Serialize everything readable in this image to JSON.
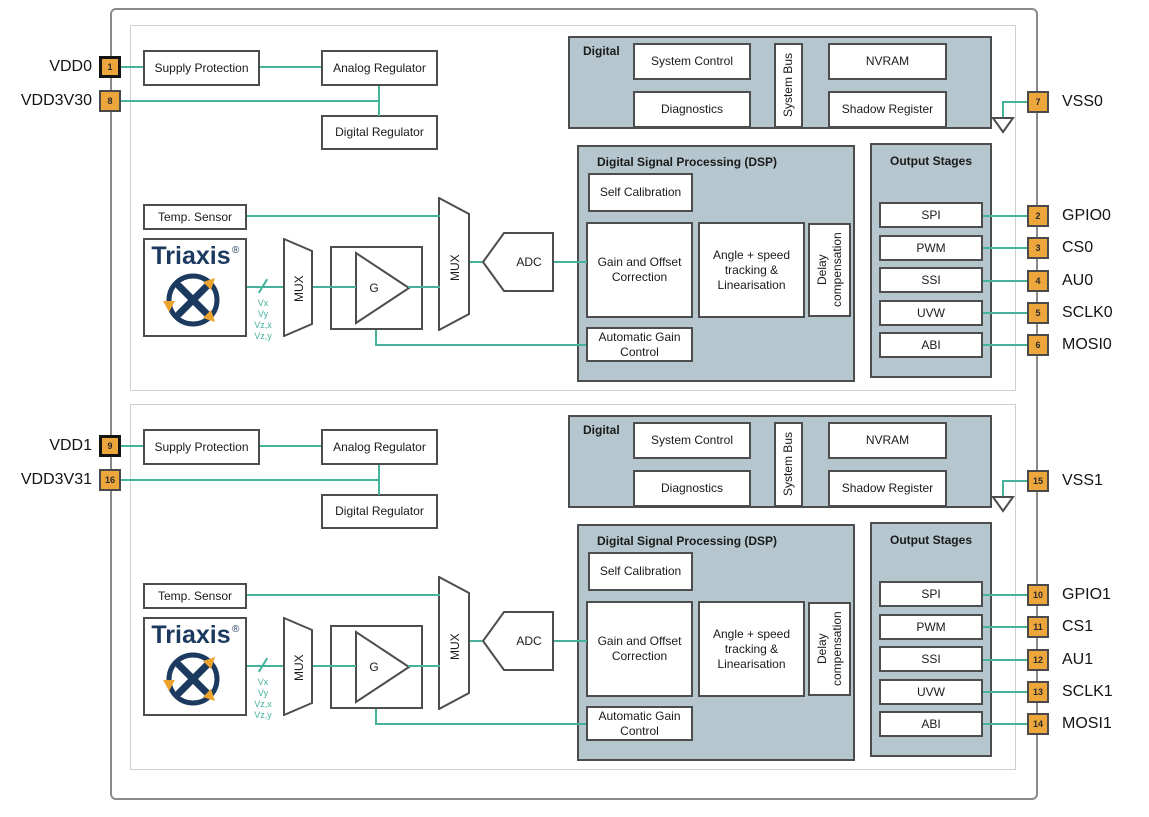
{
  "colors": {
    "accent_teal": "#45B29C",
    "pin_orange": "#ECA63C",
    "panel_blue_gray": "#B5C6CE",
    "box_border_dark": "#4D4D4D",
    "triaxis_navy": "#1C3A5F",
    "chip_border_gray": "#8A8A8A"
  },
  "shared": {
    "supply_protection": "Supply Protection",
    "analog_regulator": "Analog Regulator",
    "digital_regulator": "Digital Regulator",
    "temp_sensor": "Temp. Sensor",
    "triaxis_brand": "Triaxis",
    "registered_mark": "®",
    "mux_label": "MUX",
    "gain_label": "G",
    "adc_label": "ADC",
    "signal_labels": [
      "Vx",
      "Vy",
      "Vz,x",
      "Vz,y"
    ],
    "digital": {
      "title": "Digital",
      "system_control": "System Control",
      "diagnostics": "Diagnostics",
      "system_bus": "System Bus",
      "nvram": "NVRAM",
      "shadow_register": "Shadow Register"
    },
    "dsp": {
      "title": "Digital Signal Processing (DSP)",
      "self_calibration": "Self Calibration",
      "gain_offset": "Gain and Offset Correction",
      "angle_speed": "Angle + speed tracking & Linearisation",
      "delay_comp": "Delay compensation",
      "agc": "Automatic Gain Control"
    },
    "output_stages": {
      "title": "Output Stages",
      "items": [
        "SPI",
        "PWM",
        "SSI",
        "UVW",
        "ABI"
      ]
    }
  },
  "channels": [
    {
      "name": "channel-0",
      "left_pins": [
        {
          "num": "1",
          "label": "VDD0"
        },
        {
          "num": "8",
          "label": "VDD3V30"
        }
      ],
      "vss_pin": {
        "num": "7",
        "label": "VSS0"
      },
      "output_pins": [
        {
          "num": "2",
          "label": "GPIO0"
        },
        {
          "num": "3",
          "label": "CS0"
        },
        {
          "num": "4",
          "label": "AU0"
        },
        {
          "num": "5",
          "label": "SCLK0"
        },
        {
          "num": "6",
          "label": "MOSI0"
        }
      ]
    },
    {
      "name": "channel-1",
      "left_pins": [
        {
          "num": "9",
          "label": "VDD1"
        },
        {
          "num": "16",
          "label": "VDD3V31"
        }
      ],
      "vss_pin": {
        "num": "15",
        "label": "VSS1"
      },
      "output_pins": [
        {
          "num": "10",
          "label": "GPIO1"
        },
        {
          "num": "11",
          "label": "CS1"
        },
        {
          "num": "12",
          "label": "AU1"
        },
        {
          "num": "13",
          "label": "SCLK1"
        },
        {
          "num": "14",
          "label": "MOSI1"
        }
      ]
    }
  ]
}
